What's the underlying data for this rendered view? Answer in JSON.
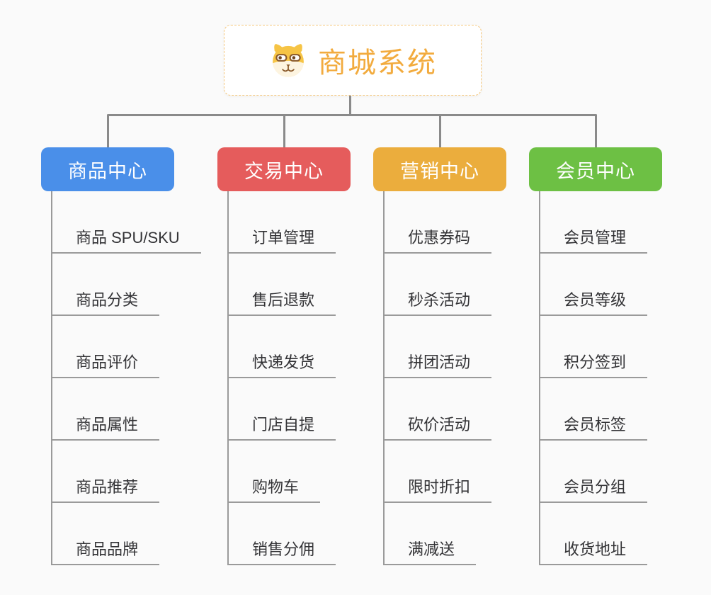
{
  "root": {
    "title": "商城系统",
    "icon": "dog-face-icon",
    "title_color": "#f2ab3e",
    "border_color": "#f6c87d"
  },
  "connector_color": "#8a8a8a",
  "branches": [
    {
      "label": "商品中心",
      "color": "#4a8fe9",
      "items": [
        "商品 SPU/SKU",
        "商品分类",
        "商品评价",
        "商品属性",
        "商品推荐",
        "商品品牌"
      ]
    },
    {
      "label": "交易中心",
      "color": "#e55c5c",
      "items": [
        "订单管理",
        "售后退款",
        "快递发货",
        "门店自提",
        "购物车",
        "销售分佣"
      ]
    },
    {
      "label": "营销中心",
      "color": "#ebad3d",
      "items": [
        "优惠券码",
        "秒杀活动",
        "拼团活动",
        "砍价活动",
        "限时折扣",
        "满减送"
      ]
    },
    {
      "label": "会员中心",
      "color": "#6dc044",
      "items": [
        "会员管理",
        "会员等级",
        "积分签到",
        "会员标签",
        "会员分组",
        "收货地址"
      ]
    }
  ]
}
